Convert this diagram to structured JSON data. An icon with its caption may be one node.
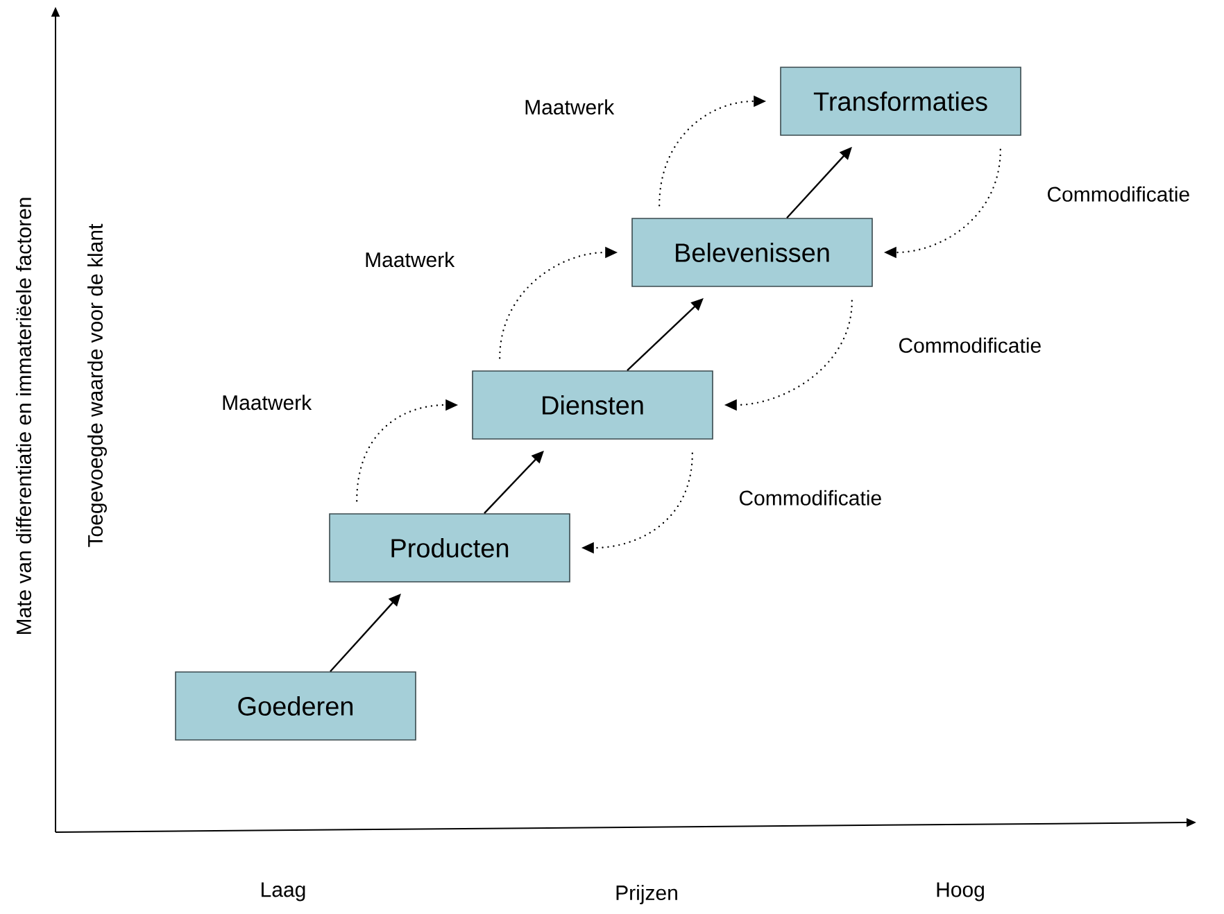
{
  "diagram": {
    "nodes": [
      {
        "text": [
          "Goederen"
        ]
      },
      {
        "text": [
          "Producten"
        ]
      },
      {
        "text": [
          "Diensten"
        ]
      },
      {
        "text": [
          "Belevenissen"
        ]
      },
      {
        "text": [
          "Transformaties"
        ]
      }
    ],
    "edges": [
      {
        "from": 0,
        "to": 1,
        "arrow": "to"
      },
      {
        "from": 1,
        "to": 2,
        "arrow": "to"
      },
      {
        "from": 2,
        "to": 3,
        "arrow": "to"
      },
      {
        "from": 3,
        "to": 4,
        "arrow": "to"
      },
      {
        "from": 1,
        "to": 2,
        "arrow": "to",
        "style": "dashed",
        "label": "Maatwerk"
      },
      {
        "from": 2,
        "to": 3,
        "arrow": "to",
        "style": "dashed",
        "label": "Maatwerk"
      },
      {
        "from": 3,
        "to": 4,
        "arrow": "to",
        "style": "dashed",
        "label": "Maatwerk"
      },
      {
        "from": 2,
        "to": 1,
        "arrow": "to",
        "style": "dashed",
        "label": "Commodificatie"
      },
      {
        "from": 3,
        "to": 2,
        "arrow": "to",
        "style": "dashed",
        "label": "Commodificatie"
      },
      {
        "from": 4,
        "to": 3,
        "arrow": "to",
        "style": "dashed",
        "label": "Commodificatie"
      }
    ],
    "labels": [
      "Mate van differentiatie en immateriëele factoren",
      "Toegevoegde waarde voor de klant",
      "Laag",
      "Prijzen",
      "Hoog"
    ]
  }
}
